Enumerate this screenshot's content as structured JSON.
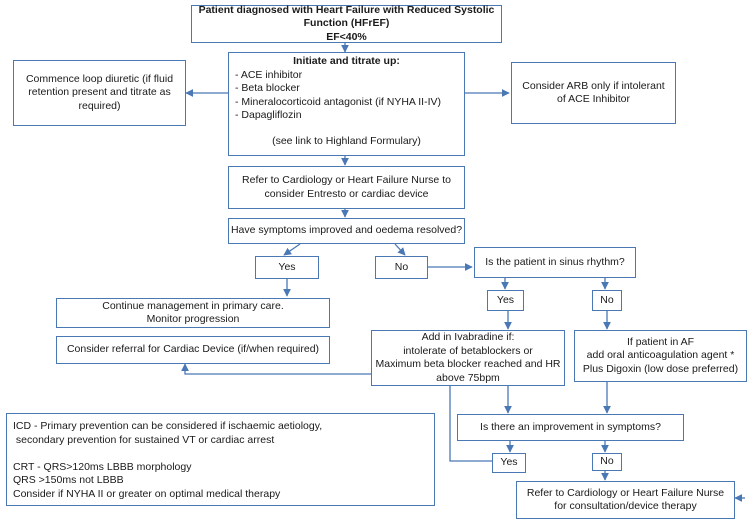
{
  "start": {
    "line1": "Patient diagnosed with Heart Failure with Reduced Systolic Function (HFrEF)",
    "line2": "EF<40%"
  },
  "initiate": {
    "title": "Initiate and titrate up:",
    "items": [
      "- ACE inhibitor",
      "- Beta blocker",
      "- Mineralocorticoid antagonist (if NYHA II-IV)",
      "- Dapagliflozin"
    ],
    "note": "(see link to Highland Formulary)"
  },
  "loop_diuretic": {
    "text": "Commence loop diuretic (if fluid retention present and titrate as required)"
  },
  "arb": {
    "text": "Consider ARB only if intolerant of ACE Inhibitor"
  },
  "refer_cardiology": {
    "text": "Refer to Cardiology or Heart Failure Nurse to consider Entresto or cardiac device"
  },
  "symptoms_question": {
    "text": "Have symptoms improved and oedema resolved?"
  },
  "yes_1": {
    "text": "Yes"
  },
  "no_1": {
    "text": "No"
  },
  "sinus_question": {
    "text": "Is the patient in sinus rhythm?"
  },
  "yes_2": {
    "text": "Yes"
  },
  "no_2": {
    "text": "No"
  },
  "continue_management": {
    "line1": "Continue management in primary care.",
    "line2": "Monitor progression"
  },
  "cardiac_device": {
    "text": "Consider referral for Cardiac Device (if/when required)"
  },
  "ivabradine": {
    "lines": [
      "Add in Ivabradine if:",
      "intolerate of betablockers or",
      "Maximum beta blocker reached and HR",
      "above 75bpm"
    ]
  },
  "af": {
    "lines": [
      "If patient in AF",
      "add oral anticoagulation agent *",
      "Plus Digoxin (low dose preferred)"
    ]
  },
  "improvement_question": {
    "text": "Is there an improvement in symptoms?"
  },
  "yes_3": {
    "text": "Yes"
  },
  "no_3": {
    "text": "No"
  },
  "icd_info": {
    "lines": [
      "ICD - Primary prevention can be considered if ischaemic aetiology,",
      " secondary prevention for sustained VT or cardiac arrest",
      "",
      "CRT - QRS>120ms LBBB morphology",
      "QRS >150ms not LBBB",
      "Consider if NYHA II or greater on optimal medical therapy"
    ]
  },
  "refer_final": {
    "line1": "Refer to Cardiology or Heart Failure Nurse",
    "line2": "for consultation/device therapy"
  },
  "colors": {
    "border": "#4a78b5",
    "arrow": "#4a78b5"
  }
}
